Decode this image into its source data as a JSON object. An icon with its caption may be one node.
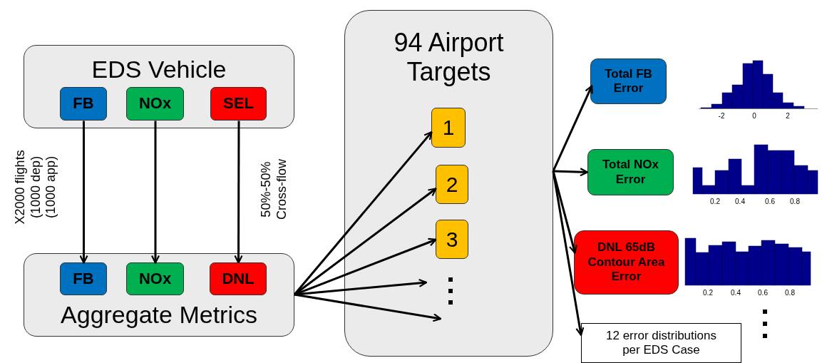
{
  "diagram": {
    "nodes": [
      {
        "text": [
          "EDS Vehicle"
        ]
      },
      {
        "text": [
          "FB"
        ],
        "in": 0
      },
      {
        "text": [
          "NOx"
        ],
        "in": 0
      },
      {
        "text": [
          "SEL"
        ],
        "in": 0
      },
      {
        "text": [
          "Aggregate Metrics"
        ]
      },
      {
        "text": [
          "FB"
        ],
        "in": 4
      },
      {
        "text": [
          "NOx"
        ],
        "in": 4
      },
      {
        "text": [
          "DNL"
        ],
        "in": 4
      },
      {
        "text": [
          "94 Airport Targets"
        ]
      },
      {
        "text": [
          "1"
        ],
        "in": 8
      },
      {
        "text": [
          "2"
        ],
        "in": 8
      },
      {
        "text": [
          "3"
        ],
        "in": 8
      },
      {
        "text": [
          "Total FB Error"
        ]
      },
      {
        "text": [
          "Total NOx Error"
        ]
      },
      {
        "text": [
          "DNL 65dB Contour Area Error"
        ]
      },
      {
        "text": [
          "12 error distributions per EDS Case"
        ]
      }
    ],
    "edges": [
      {
        "from": 1,
        "to": 5,
        "arrow": "to"
      },
      {
        "from": 2,
        "to": 6,
        "arrow": "to"
      },
      {
        "from": 3,
        "to": 7,
        "arrow": "to"
      },
      {
        "from": 4,
        "to": 9,
        "arrow": "to"
      },
      {
        "from": 4,
        "to": 10,
        "arrow": "to"
      },
      {
        "from": 4,
        "to": 11,
        "arrow": "to"
      },
      {
        "from": 4,
        "to": null,
        "arrow": "to"
      },
      {
        "from": 4,
        "to": null,
        "arrow": "to"
      },
      {
        "from": 8,
        "to": 12,
        "arrow": "to"
      },
      {
        "from": 8,
        "to": 13,
        "arrow": "to"
      },
      {
        "from": 8,
        "to": 14,
        "arrow": "to"
      },
      {
        "from": 8,
        "to": 15,
        "arrow": "to"
      }
    ],
    "labels": [
      "X2000 flights (1000 dep) (1000 app)",
      "50%-50% Cross-flow",
      "-2",
      "0",
      "2",
      "0.2",
      "0.4",
      "0.6",
      "0.8",
      "0.2",
      "0.4",
      "0.6",
      "0.8"
    ]
  }
}
